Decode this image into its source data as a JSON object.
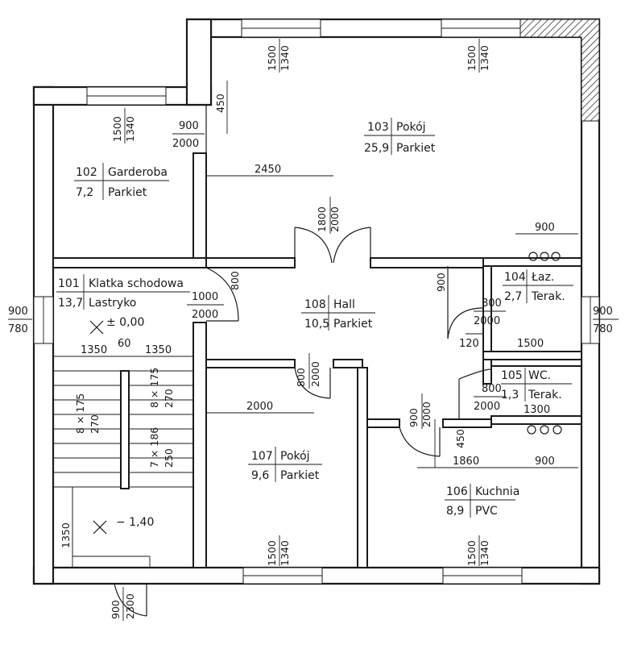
{
  "rooms": [
    {
      "id": "101",
      "name": "Klatka schodowa",
      "area": "13,7",
      "finish": "Lastryko"
    },
    {
      "id": "102",
      "name": "Garderoba",
      "area": "7,2",
      "finish": "Parkiet"
    },
    {
      "id": "103",
      "name": "Pokój",
      "area": "25,9",
      "finish": "Parkiet"
    },
    {
      "id": "104",
      "name": "Łaz.",
      "area": "2,7",
      "finish": "Terak."
    },
    {
      "id": "105",
      "name": "WC.",
      "area": "1,3",
      "finish": "Terak."
    },
    {
      "id": "106",
      "name": "Kuchnia",
      "area": "8,9",
      "finish": "PVC"
    },
    {
      "id": "107",
      "name": "Pokój",
      "area": "9,6",
      "finish": "Parkiet"
    },
    {
      "id": "108",
      "name": "Hall",
      "area": "10,5",
      "finish": "Parkiet"
    }
  ],
  "windows": {
    "w103a": {
      "w": "1500",
      "h": "1340"
    },
    "w103b": {
      "w": "1500",
      "h": "1340"
    },
    "w102": {
      "w": "1500",
      "h": "1340"
    },
    "w107": {
      "w": "1500",
      "h": "1340"
    },
    "w106": {
      "w": "1500",
      "h": "1340"
    },
    "w101": {
      "w": "900",
      "h": "780"
    },
    "w104": {
      "w": "900",
      "h": "780"
    }
  },
  "doors": {
    "d102": {
      "w": "900",
      "h": "2000"
    },
    "d101": {
      "w": "1000",
      "h": "2000"
    },
    "d103": {
      "w": "1800",
      "h": "2000"
    },
    "d104": {
      "w": "800",
      "h": "2000"
    },
    "d105": {
      "w": "800",
      "h": "2000"
    },
    "d107": {
      "w": "800",
      "h": "2000"
    },
    "d106": {
      "w": "900",
      "h": "2000"
    },
    "entry": {
      "w": "900",
      "h": "2300"
    }
  },
  "dims": {
    "d450a": "450",
    "d2450": "2450",
    "d900r": "900",
    "d800a": "800",
    "d900b": "900",
    "d120": "120",
    "d1500": "1500",
    "d1300": "1300",
    "d2000": "2000",
    "d450b": "450",
    "d1860": "1860",
    "d900k": "900",
    "d1350a": "1350",
    "d60": "60",
    "d1350b": "1350",
    "d1350c": "1350",
    "stair1": "8 × 175",
    "stair1b": "270",
    "stair2": "8 × 175",
    "stair2b": "270",
    "stair3": "7 × 186",
    "stair3b": "250"
  },
  "levels": {
    "upper": "± 0,00",
    "lower": "− 1,40"
  }
}
